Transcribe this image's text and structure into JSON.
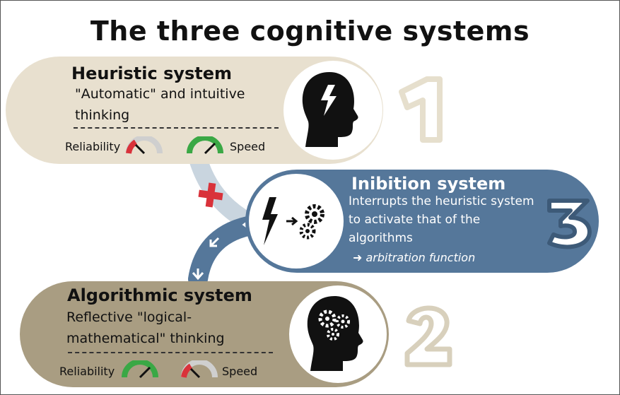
{
  "title": "The three cognitive systems",
  "heuristic": {
    "title": "Heuristic system",
    "description": "\"Automatic\" and intuitive thinking",
    "number": "1",
    "reliability_label": "Reliability",
    "speed_label": "Speed",
    "reliability_level": "low",
    "speed_level": "high"
  },
  "inhibition": {
    "title": "Inibition system",
    "description": "Interrupts the heuristic system to activate that of the algorithms",
    "arbitration": "arbitration function",
    "number": "3"
  },
  "algorithmic": {
    "title": "Algorithmic system",
    "description": "Reflective \"logical-mathematical\" thinking",
    "number": "2",
    "reliability_label": "Reliability",
    "speed_label": "Speed",
    "reliability_level": "high",
    "speed_level": "low"
  },
  "colors": {
    "heuristic_bg": "#e8e0cf",
    "inhibition_bg": "#55779a",
    "algorithmic_bg": "#a99d82",
    "connector": "#c9d5df",
    "cross": "#d9323a",
    "gauge_green": "#3aa845",
    "gauge_red": "#d9323a"
  }
}
